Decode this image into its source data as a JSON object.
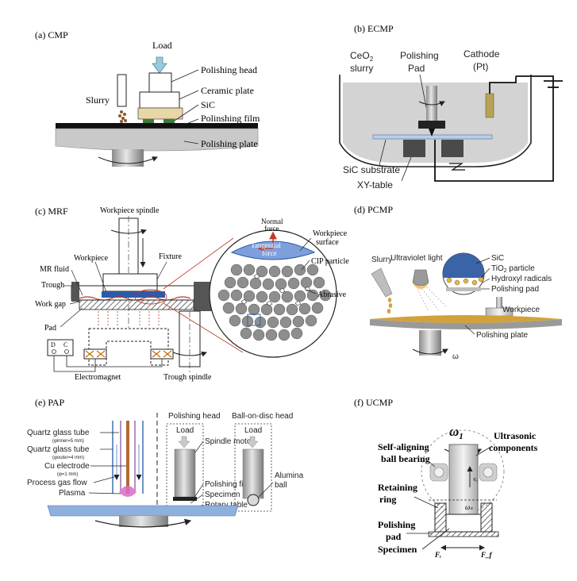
{
  "panels": {
    "a": {
      "caption": "(a) CMP",
      "load": "Load",
      "slurry": "Slurry",
      "polishing_head": "Polishing head",
      "ceramic_plate": "Ceramic plate",
      "sic": "SiC",
      "film": "Polinshing film",
      "plate": "Polishing plate"
    },
    "b": {
      "caption": "(b) ECMP",
      "ceo2_main": "CeO",
      "ceo2_sub": "2",
      "slurry": "slurry",
      "pad_l1": "Polishing",
      "pad_l2": "Pad",
      "cathode_l1": "Cathode",
      "cathode_l2": "(Pt)",
      "sic_substrate": "SiC substrate",
      "xy_table": "XY-table"
    },
    "c": {
      "caption": "(c) MRF",
      "workpiece_spindle": "Workpiece spindle",
      "normal_l1": "Normal",
      "normal_l2": "force",
      "tangential_l1": "Tangential",
      "tangential_l2": "force",
      "workpiece_surface_l1": "Workpiece",
      "workpiece_surface_l2": "surface",
      "mr_fluid": "MR fluid",
      "workpiece": "Workpiece",
      "fixture": "Fixture",
      "cip": "CIP particle",
      "trough": "Trough",
      "work_gap": "Work gap",
      "abrasive": "Abrasive",
      "pad": "Pad",
      "dc_d": "D",
      "dc_c": "C",
      "electromagnet": "Electromagnet",
      "trough_spindle": "Trough spindle"
    },
    "d": {
      "caption": "(d) PCMP",
      "slurry": "Slurry",
      "uv": "Ultraviolet light",
      "sic": "SiC",
      "tio2_main": "TiO",
      "tio2_sub": "2",
      "tio2_rest": " particle",
      "hydroxyl": "Hydroxyl radicals",
      "pad": "Polishing pad",
      "workpiece": "Workpiece",
      "plate": "Polishing plate",
      "omega": "ω"
    },
    "e": {
      "caption": "(e) PAP",
      "quartz_inner": "Quartz glass tube",
      "quartz_inner_spec": "(φinner=5 mm)",
      "quartz_outer": "Quartz glass tube",
      "quartz_outer_spec": "(φouter=4 mm)",
      "cu": "Cu electrode",
      "cu_spec": "(φ=1 mm)",
      "gas": "Process gas flow",
      "plasma": "Plasma",
      "polishing_head": "Polishing head",
      "load": "Load",
      "spindle_motor": "Spindle motor",
      "film": "Polishing film",
      "specimen": "Specimen",
      "rotary": "Rotary table",
      "bod": "Ball-on-disc head",
      "load2": "Load",
      "alumina_l1": "Alumina",
      "alumina_l2": "ball"
    },
    "f": {
      "caption": "(f) UCMP",
      "omega1_main": "ω",
      "omega1_sub": "1",
      "bearing_l1": "Self-aligning",
      "bearing_l2": "ball bearing",
      "ultra_l1": "Ultrasonic",
      "ultra_l2": "components",
      "retain_l1": "Retaining",
      "retain_l2": "ring",
      "pad_l1": "Polishing",
      "pad_l2": "pad",
      "specimen": "Specimen",
      "va": "vₐ",
      "omega_s": "ωₛ",
      "fr": "Fᵣ",
      "ff": "F_f"
    }
  },
  "colors": {
    "plate_gray": "#c9c9c9",
    "ceramic_tan": "#e9d7a8",
    "sic_green": "#3f7a3a",
    "slurry_brown": "#8a5a2a",
    "arrow_blue": "#9cc9db",
    "pad_blue": "#9ab3d6",
    "workpiece_blue": "#2b5aa8",
    "mr_red": "#c0392b",
    "pcmp_gold": "#d2a23a",
    "plasma_pink": "#d86bc4"
  }
}
